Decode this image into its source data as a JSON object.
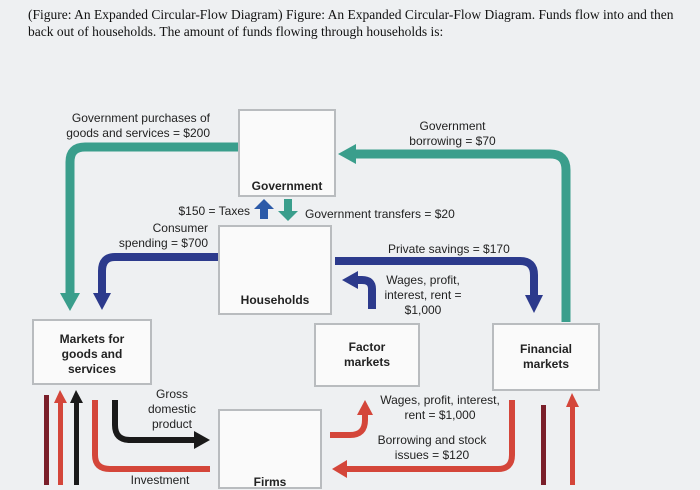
{
  "question": "(Figure: An Expanded Circular-Flow Diagram) Figure: An Expanded Circular-Flow Diagram. Funds flow into and then back out of households. The amount of funds flowing through households is:",
  "diagram": {
    "nodes": {
      "government": "Government",
      "households": "Households",
      "markets_goods_services": "Markets for goods and services",
      "factor_markets": "Factor markets",
      "financial_markets": "Financial markets",
      "firms": "Firms"
    },
    "flows": {
      "gov_purchases": "Government purchases of goods and services = $200",
      "gov_borrowing": "Government borrowing = $70",
      "taxes": "$150 = Taxes",
      "transfers": "Government transfers = $20",
      "consumer_spending": "Consumer spending = $700",
      "private_savings": "Private savings = $170",
      "wages_hh": "Wages, profit, interest, rent = $1,000",
      "gdp": "Gross domestic product",
      "wages_firms": "Wages, profit, interest, rent = $1,000",
      "borrowing_stock": "Borrowing and stock issues = $120",
      "investment": "Investment"
    },
    "colors": {
      "government_flow": "#3a9e8c",
      "household_flow": "#2c3a8c",
      "firm_flow": "#d4463a",
      "dark_flow": "#1a1a1a",
      "maroon_flow": "#7a1f2a"
    }
  }
}
